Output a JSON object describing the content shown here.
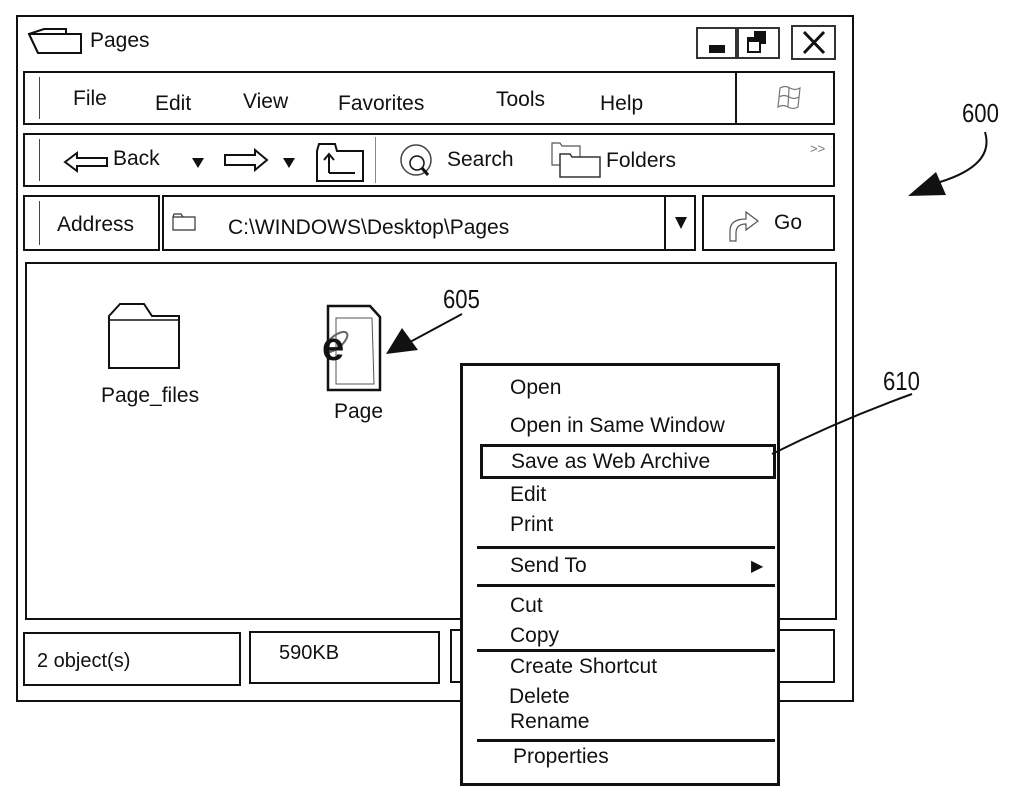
{
  "window": {
    "title": "Pages",
    "buttons": {
      "minimize": "minimize",
      "restore": "restore",
      "close": "close"
    }
  },
  "menubar": {
    "items": [
      {
        "label": "File"
      },
      {
        "label": "Edit"
      },
      {
        "label": "View"
      },
      {
        "label": "Favorites"
      },
      {
        "label": "Tools"
      },
      {
        "label": "Help"
      }
    ]
  },
  "toolbar": {
    "back_label": "Back",
    "search_label": "Search",
    "folders_label": "Folders",
    "overflow_label": ">>"
  },
  "addressbar": {
    "label": "Address",
    "value": "C:\\WINDOWS\\Desktop\\Pages",
    "go_label": "Go"
  },
  "files": [
    {
      "name": "Page_files",
      "icon": "folder-icon"
    },
    {
      "name": "Page",
      "icon": "web-page-icon"
    }
  ],
  "statusbar": {
    "objects": "2 object(s)",
    "size": "590KB"
  },
  "context_menu": {
    "items": [
      {
        "label": "Open"
      },
      {
        "label": "Open in Same Window"
      },
      {
        "label": "Save as Web Archive"
      },
      {
        "label": "Edit"
      },
      {
        "label": "Print"
      },
      {
        "label": "Send To",
        "submenu_arrow": "▶"
      },
      {
        "label": "Cut"
      },
      {
        "label": "Copy"
      },
      {
        "label": "Create Shortcut"
      },
      {
        "label": "Delete"
      },
      {
        "label": "Rename"
      },
      {
        "label": "Properties"
      }
    ]
  },
  "annotations": {
    "figure": "600",
    "file_icon": "605",
    "menu_item": "610"
  }
}
